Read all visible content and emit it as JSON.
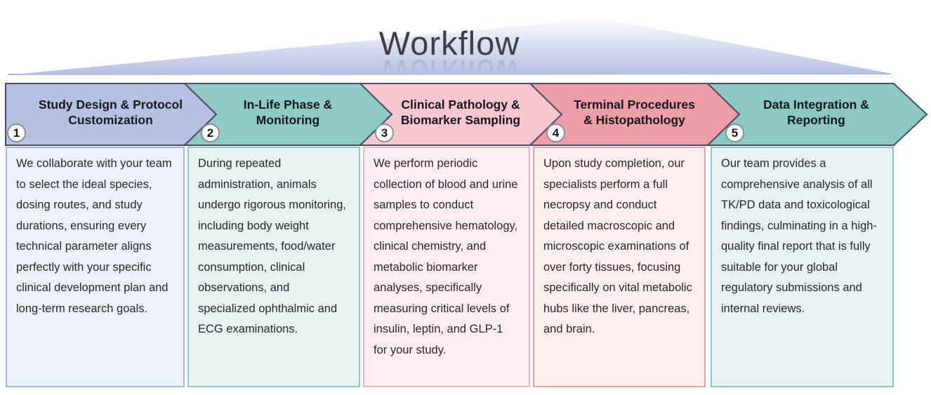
{
  "title": "Workflow",
  "banner": {
    "gradient_top": "#fbfcfe",
    "gradient_bottom": "#b5bfe1",
    "baseline_color": "#9fa9d0"
  },
  "outline_color": "#4b4e63",
  "steps": [
    {
      "number": "1",
      "label_line1": "Study Design & Protocol",
      "label_line2": "Customization",
      "description": "We collaborate with your team to select the ideal species, dosing routes, and study durations, ensuring every technical parameter aligns perfectly with your specific clinical development plan and long-term research goals.",
      "colors": {
        "arrow": "#b6c0e3",
        "body_bg": "#edf1f9",
        "body_border": "#a7b3d8"
      }
    },
    {
      "number": "2",
      "label_line1": "In-Life Phase &",
      "label_line2": "Monitoring",
      "description": "During repeated administration, animals undergo rigorous monitoring, including body weight measurements, food/water consumption, clinical observations, and specialized ophthalmic and ECG examinations.",
      "colors": {
        "arrow": "#8ecbc4",
        "body_bg": "#e7f2f1",
        "body_border": "#90c8c2"
      }
    },
    {
      "number": "3",
      "label_line1": "Clinical Pathology &",
      "label_line2": "Biomarker Sampling",
      "description": "We perform periodic collection of blood and urine samples to conduct comprehensive hematology, clinical chemistry, and metabolic biomarker analyses, specifically measuring critical levels of insulin, leptin, and GLP-1 for your study.",
      "colors": {
        "arrow": "#f7c6ce",
        "body_bg": "#fdeff1",
        "body_border": "#f0b4bd"
      }
    },
    {
      "number": "4",
      "label_line1": "Terminal Procedures",
      "label_line2": "& Histopathology",
      "description": "Upon study completion, our specialists perform a full necropsy and conduct detailed macroscopic and microscopic examinations of over forty tissues, focusing specifically on vital metabolic hubs like the liver, pancreas, and brain.",
      "colors": {
        "arrow": "#ee9ea8",
        "body_bg": "#fdf0ee",
        "body_border": "#e9a0a8"
      }
    },
    {
      "number": "5",
      "label_line1": "Data Integration &",
      "label_line2": "Reporting",
      "description": "Our team provides a comprehensive analysis of all TK/PD data and toxicological findings, culminating in a high-quality final report that is fully suitable for your global regulatory submissions and internal reviews.",
      "colors": {
        "arrow": "#8bc9c2",
        "body_bg": "#e8f2f2",
        "body_border": "#8ac5bf"
      }
    }
  ]
}
